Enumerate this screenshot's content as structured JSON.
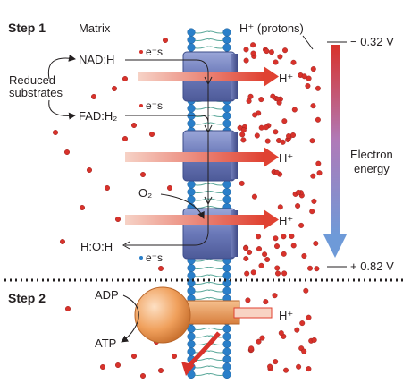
{
  "labels": {
    "step1": "Step 1",
    "step2": "Step 2",
    "matrix": "Matrix",
    "protons": "H⁺ (protons)",
    "reduced_substrates_line1": "Reduced",
    "reduced_substrates_line2": "substrates",
    "nadh": "NAD:H",
    "fadh2": "FAD:H₂",
    "electrons": "e⁻s",
    "oxygen": "O₂",
    "water": "H:O:H",
    "h_plus": "H⁺",
    "adp": "ADP",
    "atp": "ATP",
    "electron_energy_line1": "Electron",
    "electron_energy_line2": "energy",
    "energy_top": "− 0.32 V",
    "energy_bottom": "+ 0.82 V"
  },
  "colors": {
    "proton": "#d8322b",
    "phospholipid_head": "#2a7fc9",
    "phospholipid_tail": "#5aa89a",
    "complex_box": "#6a78b8",
    "atp_synthase": "#f0a05c",
    "energy_arrow_top": "#d8322b",
    "energy_arrow_bottom": "#6e9ad8"
  }
}
